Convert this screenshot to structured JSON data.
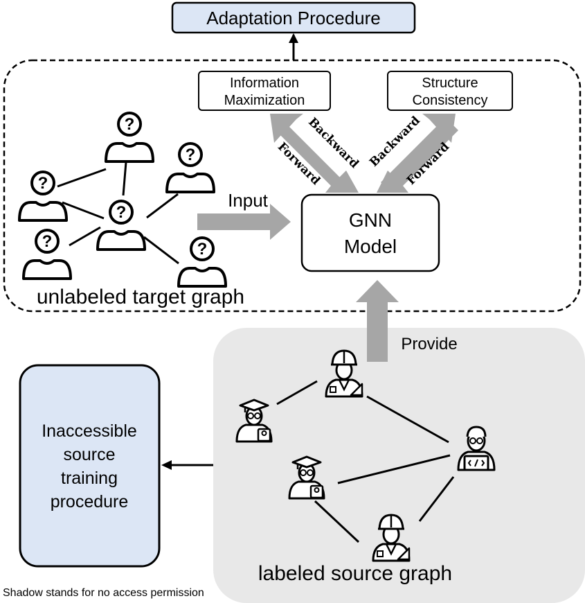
{
  "adaptation_label": "Adaptation Procedure",
  "info_max": {
    "line1": "Information",
    "line2": "Maximization"
  },
  "structure": {
    "line1": "Structure",
    "line2": "Consistency"
  },
  "backward_label": "Backward",
  "forward_label": "Forward",
  "input_label": "Input",
  "gnn": {
    "line1": "GNN",
    "line2": "Model"
  },
  "provide_label": "Provide",
  "target_graph_label": "unlabeled target graph",
  "source_graph_label": "labeled source graph",
  "inaccessible": {
    "line1": "Inaccessible",
    "line2": "source",
    "line3": "training",
    "line4": "procedure"
  },
  "footnote": "Shadow stands for no access permission",
  "unknown_mark": "?",
  "colors": {
    "box_fill_blue": "#dce6f5",
    "shadow_gray": "#e8e8e8",
    "arrow_gray": "#a6a6a6",
    "stroke": "#000000"
  }
}
